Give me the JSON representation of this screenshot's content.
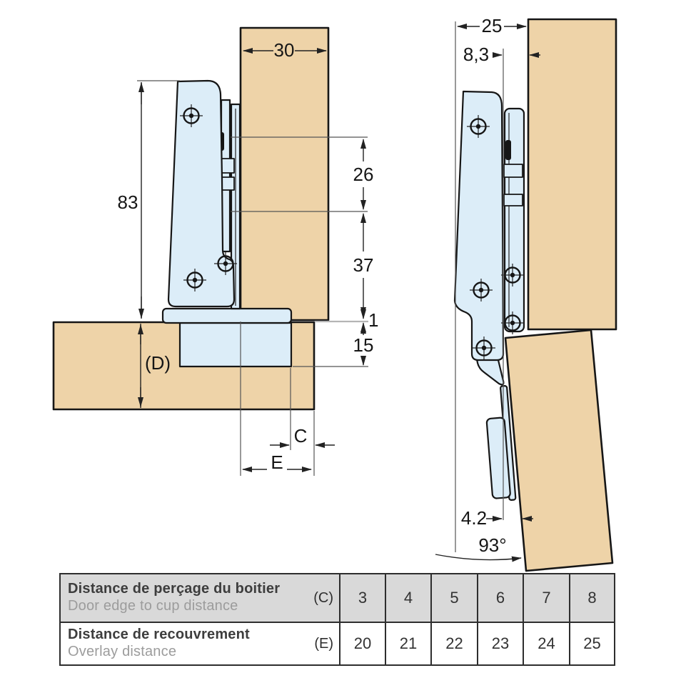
{
  "left_view": {
    "panel_width": "30",
    "hinge_height": "83",
    "upper_span": "26",
    "lower_span": "37",
    "door_gap": "1",
    "cup_depth": "15",
    "door_thickness_label": "(D)",
    "cup_distance_label": "C",
    "overlay_label": "E"
  },
  "right_view": {
    "mount_depth": "25",
    "front_offset": "8,3",
    "edge_clearance": "4.2",
    "opening_angle": "93°"
  },
  "table": {
    "rows": [
      {
        "label_fr": "Distance de perçage du boitier",
        "label_en": "Door edge to cup distance",
        "symbol": "(C)",
        "values": [
          "3",
          "4",
          "5",
          "6",
          "7",
          "8"
        ]
      },
      {
        "label_fr": "Distance de recouvrement",
        "label_en": "Overlay distance",
        "symbol": "(E)",
        "values": [
          "20",
          "21",
          "22",
          "23",
          "24",
          "25"
        ]
      }
    ]
  },
  "colors": {
    "wood": "#eed3a8",
    "hinge_metal": "#dcedf8",
    "outline": "#161616",
    "table_header_bg": "#d9d9d9",
    "secondary_text": "#9c9c9c"
  }
}
